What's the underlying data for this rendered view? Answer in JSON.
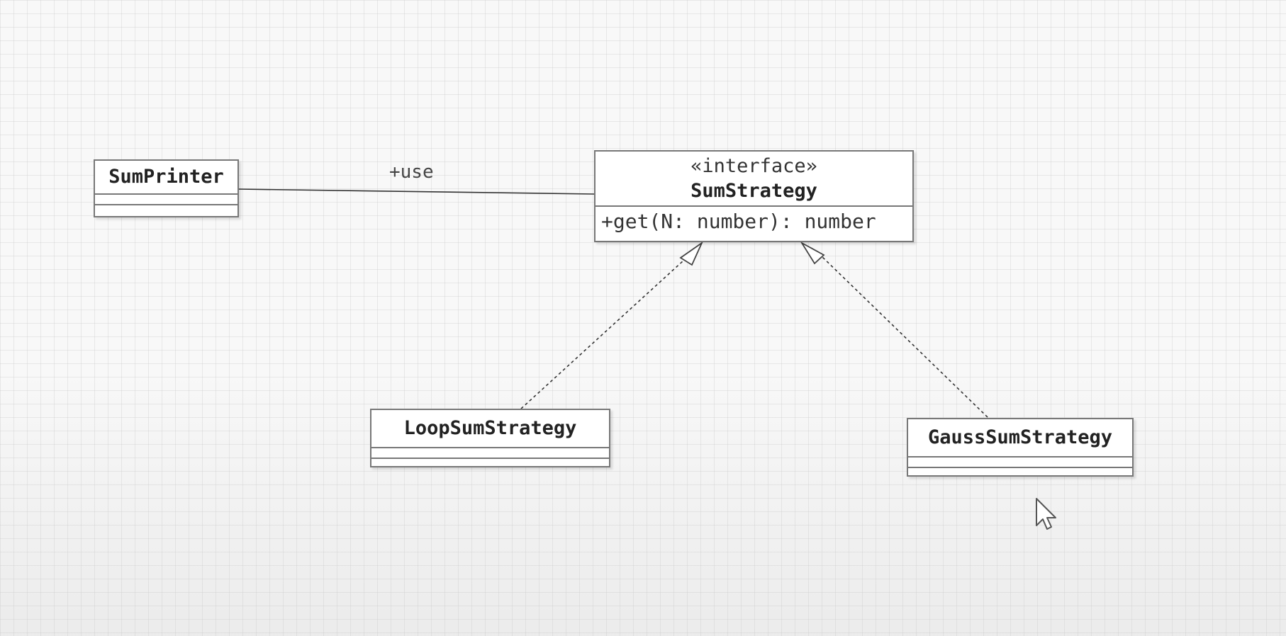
{
  "diagram": {
    "classes": {
      "sum_printer": {
        "name": "SumPrinter"
      },
      "sum_strategy": {
        "stereotype": "«interface»",
        "name": "SumStrategy",
        "operations": [
          "+get(N: number): number"
        ]
      },
      "loop_sum_strategy": {
        "name": "LoopSumStrategy"
      },
      "gauss_sum_strategy": {
        "name": "GaussSumStrategy"
      }
    },
    "relations": {
      "association_label": "+use"
    }
  },
  "icons": {
    "cursor": "mouse-pointer-icon"
  },
  "colors": {
    "border": "#777777",
    "line": "#333333",
    "grid": "#e3e3e3"
  }
}
